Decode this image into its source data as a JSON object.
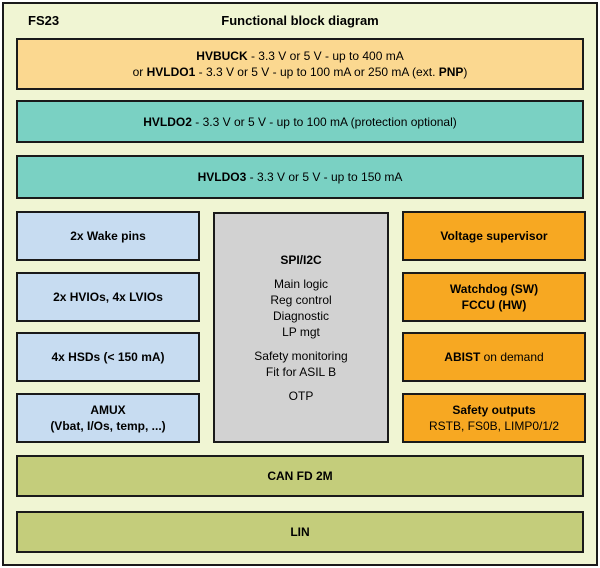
{
  "header": {
    "chip": "FS23",
    "title": "Functional block diagram"
  },
  "colors": {
    "background": "#f0f5d3",
    "peach": "#fbd890",
    "teal": "#7ad1c3",
    "blue": "#c7dcf1",
    "gray": "#d2d2d2",
    "orange": "#f7a822",
    "olive": "#c4cd7b",
    "border": "#1a1a1a"
  },
  "regulators": {
    "hvbuck": {
      "name": "HVBUCK",
      "spec": " - 3.3 V or 5 V - up to 400 mA",
      "alt_prefix": "or ",
      "alt_name": "HVLDO1",
      "alt_spec": " - 3.3 V or 5 V - up to 100 mA or 250 mA (ext. ",
      "alt_bold": "PNP",
      "alt_suffix": ")"
    },
    "hvldo2": {
      "name": "HVLDO2",
      "spec": " - 3.3 V or 5 V - up to 100 mA (protection optional)"
    },
    "hvldo3": {
      "name": "HVLDO3",
      "spec": " - 3.3 V or 5 V - up to 150 mA"
    }
  },
  "io_blocks": [
    {
      "label": "2x Wake pins"
    },
    {
      "label": "2x HVIOs, 4x LVIOs"
    },
    {
      "label": "4x HSDs (< 150 mA)"
    },
    {
      "label": "AMUX",
      "sub": "(Vbat, I/Os, temp, ...)"
    }
  ],
  "core": {
    "title": "SPI/I2C",
    "functions": [
      "Main logic",
      "Reg control",
      "Diagnostic",
      "LP mgt"
    ],
    "safety": [
      "Safety monitoring",
      "Fit for ASIL B"
    ],
    "memory": "OTP"
  },
  "safety_blocks": [
    {
      "label": "Voltage supervisor"
    },
    {
      "label": "Watchdog (SW)",
      "label2": "FCCU (HW)"
    },
    {
      "label": "ABIST",
      "suffix": " on demand"
    },
    {
      "label": "Safety outputs",
      "sub": "RSTB, FS0B, LIMP0/1/2"
    }
  ],
  "comm_blocks": [
    {
      "label": "CAN FD 2M"
    },
    {
      "label": "LIN"
    }
  ]
}
